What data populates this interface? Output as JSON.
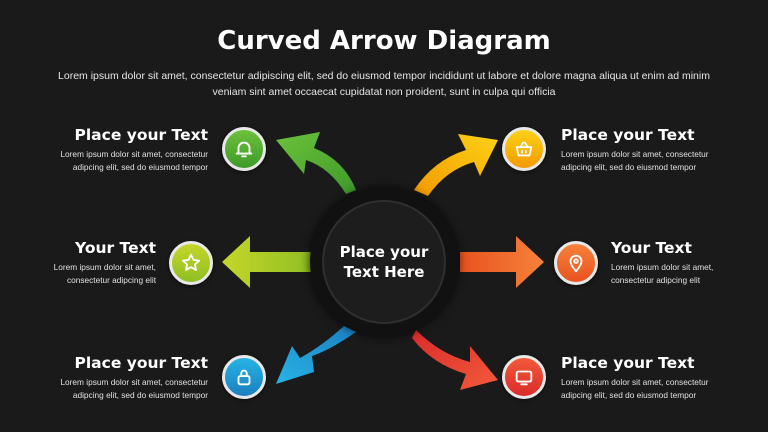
{
  "title": "Curved Arrow Diagram",
  "subtitle": "Lorem ipsum dolor sit amet, consectetur adipiscing elit, sed do eiusmod tempor incididunt ut labore et dolore magna aliqua ut enim ad minim veniam sint amet occaecat cupidatat non proident, sunt in culpa qui officia",
  "center": {
    "line1": "Place your",
    "line2": "Text Here"
  },
  "items": [
    {
      "heading": "Place your Text",
      "line1": "Lorem ipsum dolor sit amet, consectetur",
      "line2": "adipcing elit, sed do eiusmod tempor",
      "icon": "bell-icon",
      "color": "#5cb82c"
    },
    {
      "heading": "Your Text",
      "line1": "Lorem ipsum dolor sit amet,",
      "line2": "consectetur adipcing elit",
      "icon": "star-icon",
      "color": "#9fc81f"
    },
    {
      "heading": "Place your Text",
      "line1": "Lorem ipsum dolor sit amet, consectetur",
      "line2": "adipcing elit, sed do eiusmod tempor",
      "icon": "lock-icon",
      "color": "#1ea4d8"
    },
    {
      "heading": "Place your Text",
      "line1": "Lorem ipsum dolor sit amet, consectetur",
      "line2": "adipcing elit, sed do eiusmod tempor",
      "icon": "basket-icon",
      "color": "#f4b400"
    },
    {
      "heading": "Your Text",
      "line1": "Lorem ipsum dolor sit amet,",
      "line2": "consectetur adipcing elit",
      "icon": "location-pin-icon",
      "color": "#f26a24"
    },
    {
      "heading": "Place your Text",
      "line1": "Lorem ipsum dolor sit amet, consectetur",
      "line2": "adipcing elit, sed do eiusmod tempor",
      "icon": "monitor-icon",
      "color": "#e9413a"
    }
  ]
}
